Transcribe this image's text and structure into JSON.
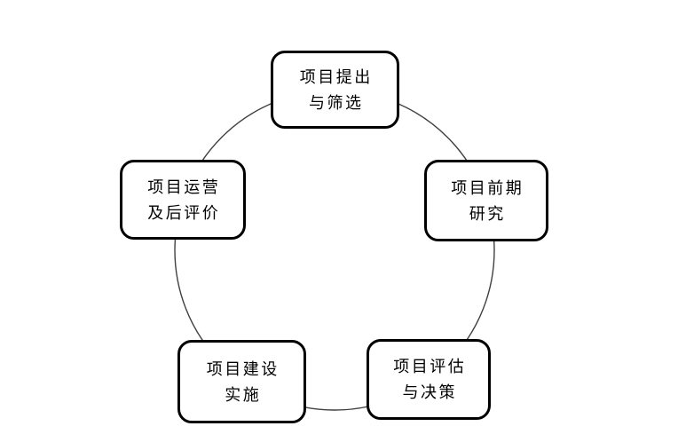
{
  "diagram": {
    "type": "cycle",
    "colors": {
      "background": "#ffffff",
      "circle_stroke": "#404040",
      "box_border": "#000000",
      "box_fill": "#ffffff",
      "text": "#000000"
    },
    "nodes": [
      {
        "line1": "项目提出",
        "line2": "与筛选"
      },
      {
        "line1": "项目前期",
        "line2": "研究"
      },
      {
        "line1": "项目评估",
        "line2": "与决策"
      },
      {
        "line1": "项目建设",
        "line2": "实施"
      },
      {
        "line1": "项目运营",
        "line2": "及后评价"
      }
    ]
  }
}
